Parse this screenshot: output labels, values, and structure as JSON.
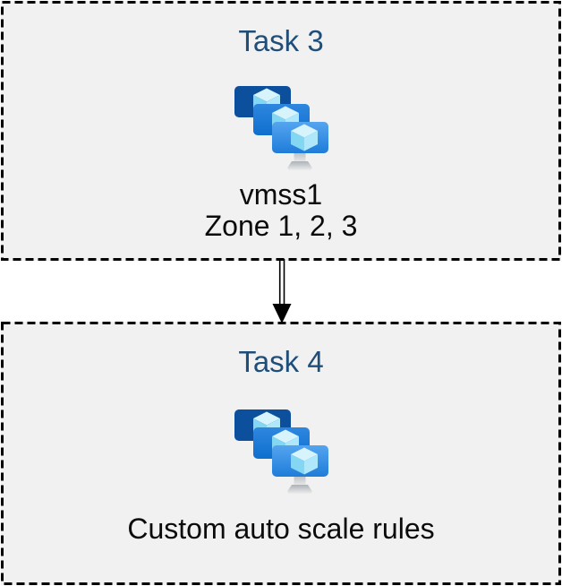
{
  "diagram": {
    "boxes": [
      {
        "title": "Task 3",
        "lines": [
          "vmss1",
          "Zone 1, 2, 3"
        ]
      },
      {
        "title": "Task 4",
        "lines": [
          "Custom auto scale rules"
        ]
      }
    ],
    "connector": {
      "type": "double-line-arrow",
      "direction": "down"
    },
    "icon": "vm-scale-sets-icon",
    "colors": {
      "title_text": "#1F4E79",
      "body_text": "#0B0B0B",
      "box_background": "#F1F1F2",
      "box_border": "#000000",
      "monitor_back": "#0B4F9D",
      "monitor_middle_top": "#2E87DF",
      "monitor_middle_bottom": "#0E6FCE",
      "monitor_front_top": "#55A5EF",
      "monitor_front_bottom": "#1F7CD9",
      "cube_top": "#D7F3FC",
      "cube_left": "#84D7F2",
      "cube_right": "#AEE8FA",
      "stand_dark": "#ACB2B7",
      "stand_light": "#EDEDED"
    }
  }
}
